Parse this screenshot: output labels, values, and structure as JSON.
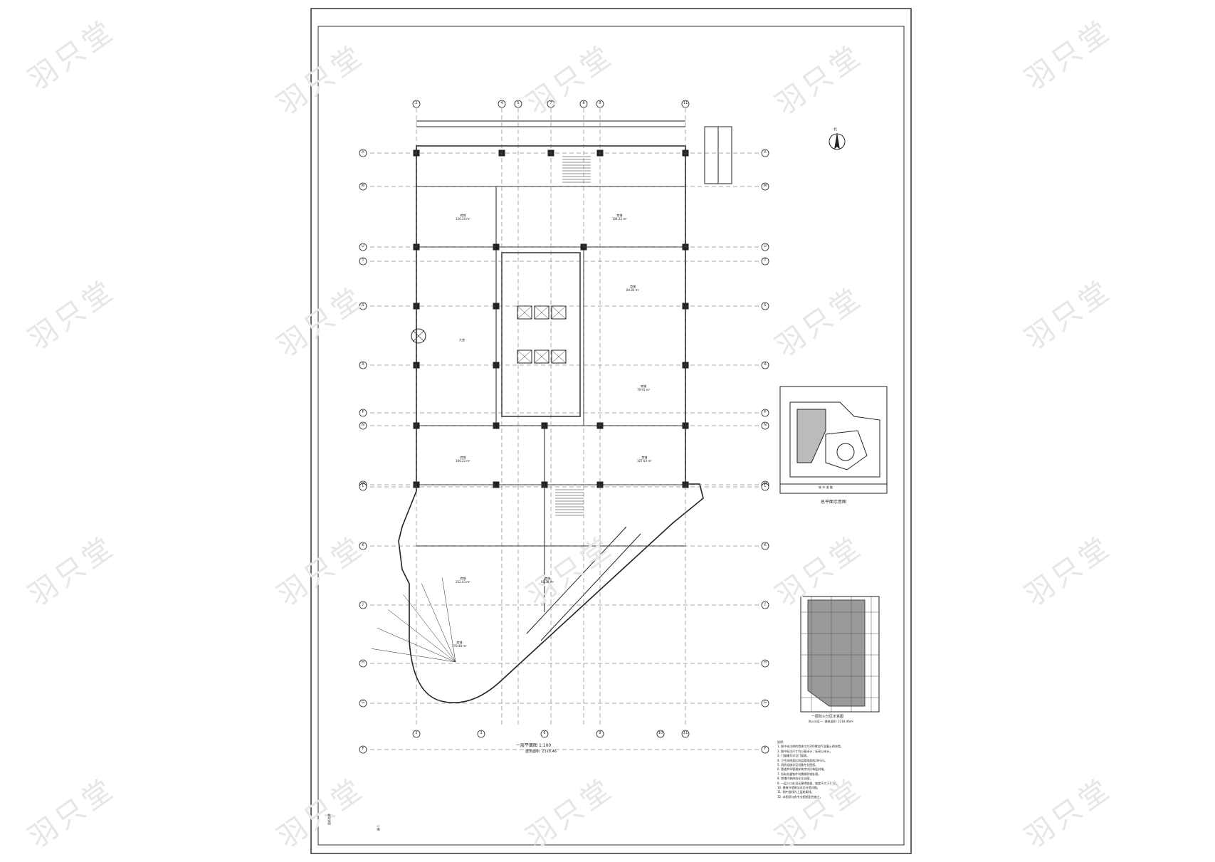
{
  "drawing": {
    "plan_title": "一层平面图",
    "plan_scale": "1:100",
    "plan_subtitle": "建筑面积: 2318.46",
    "site_plan_caption": "总平面示意图",
    "fire_zone_caption": "一层防火分区示意图",
    "fire_zone_subcaption": "防火分区一: 建筑面积: 2318.46m²",
    "north_label": "北",
    "sheet_side_text": "图纸名称",
    "sheet_number": "建-1",
    "road_label": "城 市 道 路",
    "notes_title": "说明:"
  },
  "grid_axes": {
    "top": [
      "2",
      "4",
      "5",
      "7",
      "8",
      "9",
      "11"
    ],
    "bottom": [
      "2",
      "3",
      "6",
      "9",
      "10",
      "11"
    ],
    "left": [
      "X",
      "W",
      "U",
      "T",
      "S",
      "R",
      "P",
      "N",
      "M",
      "L",
      "K",
      "J",
      "H",
      "G",
      "F"
    ]
  },
  "rooms": [
    {
      "name": "商铺",
      "area": "120.34 m²"
    },
    {
      "name": "商铺",
      "area": "104.22 m²"
    },
    {
      "name": "大堂",
      "area": ""
    },
    {
      "name": "商铺",
      "area": "79.91 m²"
    },
    {
      "name": "商铺",
      "area": "106.32 m²"
    },
    {
      "name": "商铺",
      "area": "107.63 m²"
    },
    {
      "name": "商铺",
      "area": "252.43 m²"
    },
    {
      "name": "商铺",
      "area": "91.38 m²"
    },
    {
      "name": "商铺",
      "area": "278.48 m²"
    },
    {
      "name": "商铺",
      "area": "84.83 m²"
    }
  ],
  "notes": [
    "1. 图中未注明的墙体均为200厚加气混凝土砌块墙。",
    "2. 图中标注尺寸均以毫米计，标高以米计。",
    "3. 门窗编号详见门窗表。",
    "4. 卫生间地面比同层楼地面低20mm。",
    "5. 消防设施详见设备专业图纸。",
    "6. 管道井待管道安装完毕后每层封堵。",
    "7. 所有外露铁件均需做防锈处理。",
    "8. 商铺内装修由业主自理。",
    "9. 一层入口处设无障碍坡道，坡度不大于1:12。",
    "10. 建筑外墙做法详见外墙详图。",
    "11. 图中虚线为上层轮廓线。",
    "12. 本图须与各专业图纸配合施工。"
  ],
  "colors": {
    "line": "#222222",
    "border": "#333333",
    "hatch": "#9a9a9a",
    "watermark": "#e6e6e6"
  }
}
